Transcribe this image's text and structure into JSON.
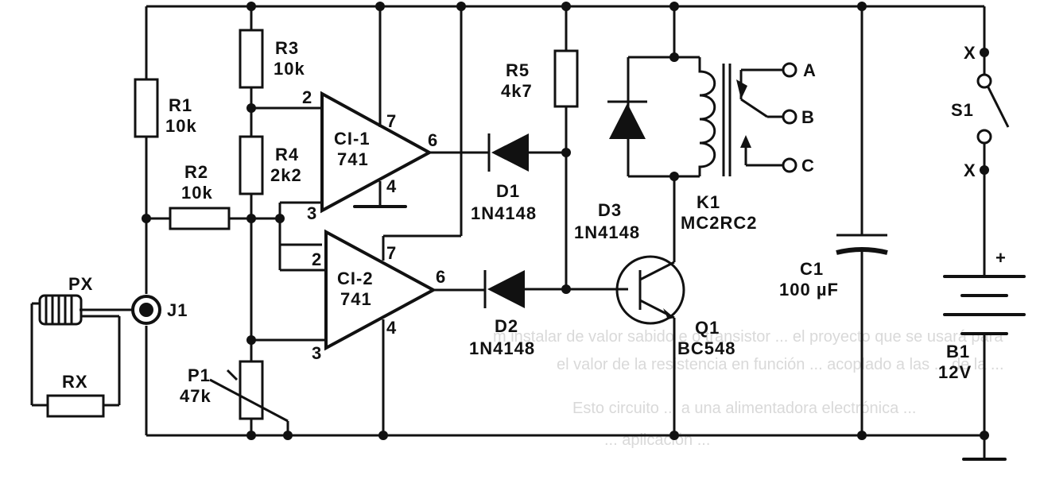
{
  "faint_text": [
    "m instalar de valor sabido e o transistor ... el proyecto que se usará para",
    "el valor de la resistencia en función ... acoplado a las ... de la ...",
    "Esto circuito ... a una alimentadora electrónica ...",
    "... aplicación ..."
  ],
  "components": {
    "r1": {
      "name": "R1",
      "value": "10k"
    },
    "r2": {
      "name": "R2",
      "value": "10k"
    },
    "r3": {
      "name": "R3",
      "value": "10k"
    },
    "r4": {
      "name": "R4",
      "value": "2k2"
    },
    "r5": {
      "name": "R5",
      "value": "4k7"
    },
    "rx": {
      "name": "RX"
    },
    "p1": {
      "name": "P1",
      "value": "47k"
    },
    "ci1": {
      "name": "CI-1",
      "value": "741",
      "pin_inv": "2",
      "pin_non": "3",
      "pin_out": "6",
      "pin_vcc": "7",
      "pin_gnd": "4"
    },
    "ci2": {
      "name": "CI-2",
      "value": "741",
      "pin_inv": "2",
      "pin_non": "3",
      "pin_out": "6",
      "pin_vcc": "7",
      "pin_gnd": "4"
    },
    "d1": {
      "name": "D1",
      "value": "1N4148"
    },
    "d2": {
      "name": "D2",
      "value": "1N4148"
    },
    "d3": {
      "name": "D3",
      "value": "1N4148"
    },
    "k1": {
      "name": "K1",
      "value": "MC2RC2",
      "contact_a": "A",
      "contact_b": "B",
      "contact_c": "C"
    },
    "q1": {
      "name": "Q1",
      "value": "BC548"
    },
    "c1": {
      "name": "C1",
      "value": "100 µF"
    },
    "b1": {
      "name": "B1",
      "value": "12V",
      "plus": "+"
    },
    "s1": {
      "name": "S1",
      "x_mark": "X"
    },
    "j1": {
      "name": "J1"
    },
    "px": {
      "name": "PX"
    }
  }
}
